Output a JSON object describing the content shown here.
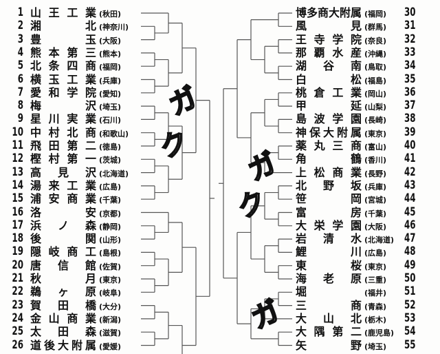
{
  "left_teams": [
    {
      "num": "1",
      "name": "山王工業",
      "pref": "(秋田)"
    },
    {
      "num": "2",
      "name": "湘北",
      "pref": "(神奈川)"
    },
    {
      "num": "3",
      "name": "豊玉",
      "pref": "(大阪)"
    },
    {
      "num": "4",
      "name": "熊本第三",
      "pref": "(熊本)"
    },
    {
      "num": "5",
      "name": "北条四商",
      "pref": "(福岡)"
    },
    {
      "num": "6",
      "name": "横玉工業",
      "pref": "(兵庫)"
    },
    {
      "num": "7",
      "name": "愛和学院",
      "pref": "(愛知)"
    },
    {
      "num": "8",
      "name": "梅沢",
      "pref": "(埼玉)"
    },
    {
      "num": "9",
      "name": "星川実業",
      "pref": "(石川)"
    },
    {
      "num": "10",
      "name": "中村北商",
      "pref": "(和歌山)"
    },
    {
      "num": "11",
      "name": "飛田第二",
      "pref": "(徳島)"
    },
    {
      "num": "12",
      "name": "樫村第一",
      "pref": "(茨城)"
    },
    {
      "num": "13",
      "name": "高見沢",
      "pref": "(北海道)"
    },
    {
      "num": "14",
      "name": "湯来工業",
      "pref": "(広島)"
    },
    {
      "num": "15",
      "name": "浦安商業",
      "pref": "(千葉)"
    },
    {
      "num": "16",
      "name": "洛安",
      "pref": "(京都)"
    },
    {
      "num": "17",
      "name": "浜ノ森",
      "pref": "(静岡)"
    },
    {
      "num": "18",
      "name": "後関",
      "pref": "(山形)"
    },
    {
      "num": "19",
      "name": "隠岐商工",
      "pref": "(島根)"
    },
    {
      "num": "20",
      "name": "唐信館",
      "pref": "(佐賀)"
    },
    {
      "num": "21",
      "name": "秋月",
      "pref": "(東京)"
    },
    {
      "num": "22",
      "name": "鵜ヶ原",
      "pref": "(岐阜)"
    },
    {
      "num": "23",
      "name": "賀田橋",
      "pref": "(大分)"
    },
    {
      "num": "24",
      "name": "金山商業",
      "pref": "(新潟)"
    },
    {
      "num": "25",
      "name": "太田森",
      "pref": "(滋賀)"
    },
    {
      "num": "26",
      "name": "道後大附属",
      "pref": "(愛媛)"
    }
  ],
  "right_teams": [
    {
      "num": "30",
      "name": "博多商大附属",
      "pref": "(福岡)"
    },
    {
      "num": "31",
      "name": "風見",
      "pref": "(群馬)"
    },
    {
      "num": "32",
      "name": "王寺学院",
      "pref": "(奈良)"
    },
    {
      "num": "33",
      "name": "那覇水産",
      "pref": "(沖縄)"
    },
    {
      "num": "34",
      "name": "湖谷南",
      "pref": "(鳥取)"
    },
    {
      "num": "35",
      "name": "白松",
      "pref": "(福島)"
    },
    {
      "num": "36",
      "name": "桃倉工業",
      "pref": "(岡山)"
    },
    {
      "num": "37",
      "name": "甲延",
      "pref": "(山梨)"
    },
    {
      "num": "38",
      "name": "島波学園",
      "pref": "(長崎)"
    },
    {
      "num": "39",
      "name": "神保大附属",
      "pref": "(東京)"
    },
    {
      "num": "40",
      "name": "薬丸三商",
      "pref": "(富山)"
    },
    {
      "num": "41",
      "name": "角鶴",
      "pref": "(香川)"
    },
    {
      "num": "42",
      "name": "上松商業",
      "pref": "(長野)"
    },
    {
      "num": "43",
      "name": "北野坂",
      "pref": "(兵庫)"
    },
    {
      "num": "44",
      "name": "笹岡",
      "pref": "(宮城)"
    },
    {
      "num": "45",
      "name": "富房",
      "pref": "(千葉)"
    },
    {
      "num": "46",
      "name": "大栄学園",
      "pref": "(大阪)"
    },
    {
      "num": "47",
      "name": "岩清水",
      "pref": "(北海道)"
    },
    {
      "num": "48",
      "name": "鯉川",
      "pref": "(広島)"
    },
    {
      "num": "49",
      "name": "東桜",
      "pref": "(東京)"
    },
    {
      "num": "50",
      "name": "海老原",
      "pref": "(三重)"
    },
    {
      "num": "51",
      "name": "堀",
      "pref": "(福井)"
    },
    {
      "num": "52",
      "name": "三商",
      "pref": "(青森)"
    },
    {
      "num": "53",
      "name": "大山北",
      "pref": "(栃木)"
    },
    {
      "num": "54",
      "name": "大隅第二",
      "pref": "(鹿児島)"
    },
    {
      "num": "55",
      "name": "矢野",
      "pref": "(埼玉)"
    }
  ],
  "sfx": [
    "ガ",
    "ク",
    "ガ",
    "ク",
    "ガ"
  ]
}
